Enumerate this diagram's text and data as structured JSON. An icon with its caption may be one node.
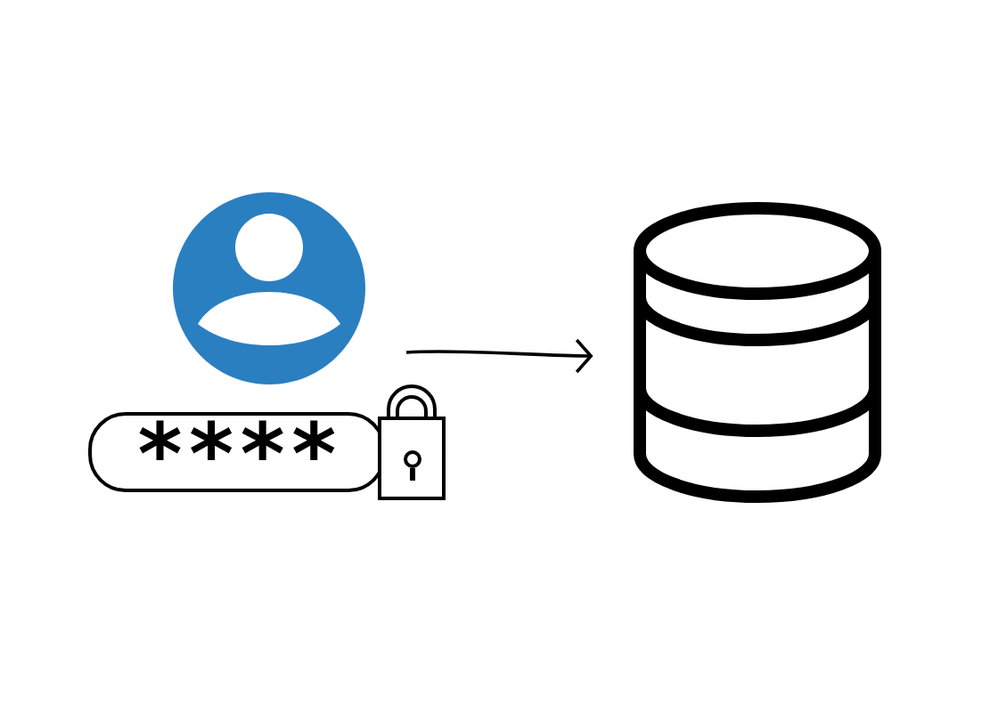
{
  "diagram": {
    "nodes": [
      {
        "text": [
          "****"
        ]
      },
      {
        "text": [],
        "shape": "cylinder"
      }
    ],
    "edges": [
      {
        "from": null,
        "to": 1,
        "arrow": "to"
      }
    ]
  }
}
